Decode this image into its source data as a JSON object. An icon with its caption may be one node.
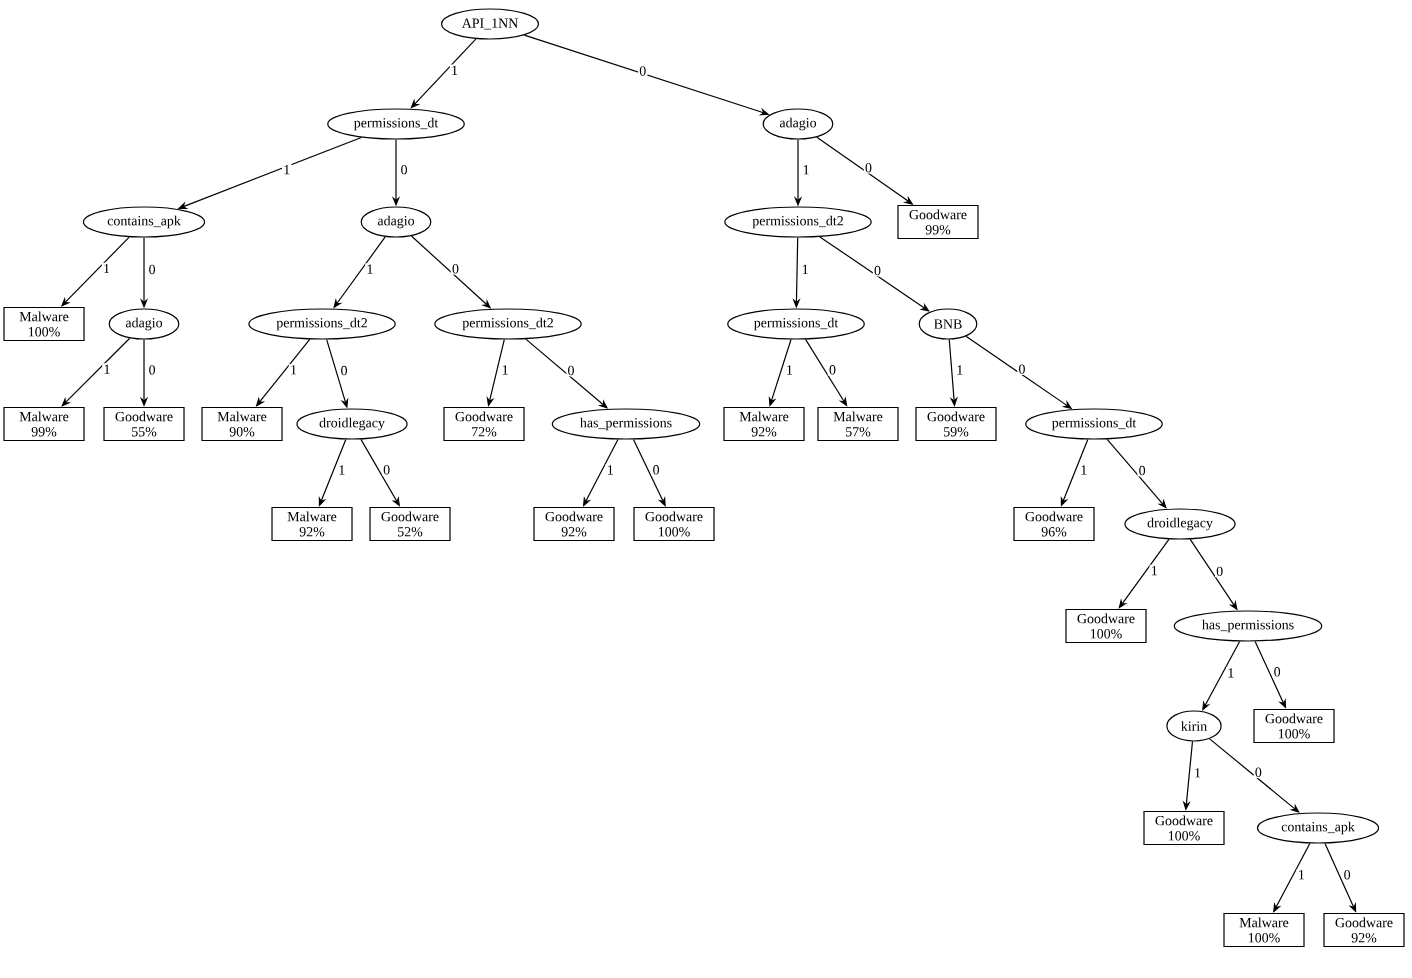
{
  "diagram": {
    "nodes": [
      {
        "text": [
          "API_1NN"
        ]
      },
      {
        "text": [
          "permissions_dt"
        ]
      },
      {
        "text": [
          "adagio"
        ]
      },
      {
        "text": [
          "contains_apk"
        ]
      },
      {
        "text": [
          "adagio"
        ]
      },
      {
        "text": [
          "permissions_dt2"
        ]
      },
      {
        "text": [
          "Goodware 99%"
        ]
      },
      {
        "text": [
          "Malware 100%"
        ]
      },
      {
        "text": [
          "adagio"
        ]
      },
      {
        "text": [
          "permissions_dt2"
        ]
      },
      {
        "text": [
          "permissions_dt2"
        ]
      },
      {
        "text": [
          "permissions_dt"
        ]
      },
      {
        "text": [
          "BNB"
        ]
      },
      {
        "text": [
          "Malware 99%"
        ]
      },
      {
        "text": [
          "Goodware 55%"
        ]
      },
      {
        "text": [
          "Malware 90%"
        ]
      },
      {
        "text": [
          "droidlegacy"
        ]
      },
      {
        "text": [
          "Goodware 72%"
        ]
      },
      {
        "text": [
          "has_permissions"
        ]
      },
      {
        "text": [
          "Malware 92%"
        ]
      },
      {
        "text": [
          "Malware 57%"
        ]
      },
      {
        "text": [
          "Goodware 59%"
        ]
      },
      {
        "text": [
          "permissions_dt"
        ]
      },
      {
        "text": [
          "Malware 92%"
        ]
      },
      {
        "text": [
          "Goodware 52%"
        ]
      },
      {
        "text": [
          "Goodware 92%"
        ]
      },
      {
        "text": [
          "Goodware 100%"
        ]
      },
      {
        "text": [
          "Goodware 96%"
        ]
      },
      {
        "text": [
          "droidlegacy"
        ]
      },
      {
        "text": [
          "Goodware 100%"
        ]
      },
      {
        "text": [
          "has_permissions"
        ]
      },
      {
        "text": [
          "kirin"
        ]
      },
      {
        "text": [
          "Goodware 100%"
        ]
      },
      {
        "text": [
          "Goodware 100%"
        ]
      },
      {
        "text": [
          "contains_apk"
        ]
      },
      {
        "text": [
          "Malware 100%"
        ]
      },
      {
        "text": [
          "Goodware 92%"
        ]
      }
    ],
    "edges": [
      {
        "from": 0,
        "to": 1,
        "arrow": "to",
        "label": "1"
      },
      {
        "from": 0,
        "to": 2,
        "arrow": "to",
        "label": "0"
      },
      {
        "from": 1,
        "to": 3,
        "arrow": "to",
        "label": "1"
      },
      {
        "from": 1,
        "to": 4,
        "arrow": "to",
        "label": "0"
      },
      {
        "from": 2,
        "to": 5,
        "arrow": "to",
        "label": "1"
      },
      {
        "from": 2,
        "to": 6,
        "arrow": "to",
        "label": "0"
      },
      {
        "from": 3,
        "to": 7,
        "arrow": "to",
        "label": "1"
      },
      {
        "from": 3,
        "to": 8,
        "arrow": "to",
        "label": "0"
      },
      {
        "from": 4,
        "to": 9,
        "arrow": "to",
        "label": "1"
      },
      {
        "from": 4,
        "to": 10,
        "arrow": "to",
        "label": "0"
      },
      {
        "from": 5,
        "to": 11,
        "arrow": "to",
        "label": "1"
      },
      {
        "from": 5,
        "to": 12,
        "arrow": "to",
        "label": "0"
      },
      {
        "from": 8,
        "to": 13,
        "arrow": "to",
        "label": "1"
      },
      {
        "from": 8,
        "to": 14,
        "arrow": "to",
        "label": "0"
      },
      {
        "from": 9,
        "to": 15,
        "arrow": "to",
        "label": "1"
      },
      {
        "from": 9,
        "to": 16,
        "arrow": "to",
        "label": "0"
      },
      {
        "from": 10,
        "to": 17,
        "arrow": "to",
        "label": "1"
      },
      {
        "from": 10,
        "to": 18,
        "arrow": "to",
        "label": "0"
      },
      {
        "from": 11,
        "to": 19,
        "arrow": "to",
        "label": "1"
      },
      {
        "from": 11,
        "to": 20,
        "arrow": "to",
        "label": "0"
      },
      {
        "from": 12,
        "to": 21,
        "arrow": "to",
        "label": "1"
      },
      {
        "from": 12,
        "to": 22,
        "arrow": "to",
        "label": "0"
      },
      {
        "from": 16,
        "to": 23,
        "arrow": "to",
        "label": "1"
      },
      {
        "from": 16,
        "to": 24,
        "arrow": "to",
        "label": "0"
      },
      {
        "from": 18,
        "to": 25,
        "arrow": "to",
        "label": "1"
      },
      {
        "from": 18,
        "to": 26,
        "arrow": "to",
        "label": "0"
      },
      {
        "from": 22,
        "to": 27,
        "arrow": "to",
        "label": "1"
      },
      {
        "from": 22,
        "to": 28,
        "arrow": "to",
        "label": "0"
      },
      {
        "from": 28,
        "to": 29,
        "arrow": "to",
        "label": "1"
      },
      {
        "from": 28,
        "to": 30,
        "arrow": "to",
        "label": "0"
      },
      {
        "from": 30,
        "to": 31,
        "arrow": "to",
        "label": "1"
      },
      {
        "from": 30,
        "to": 32,
        "arrow": "to",
        "label": "0"
      },
      {
        "from": 31,
        "to": 33,
        "arrow": "to",
        "label": "1"
      },
      {
        "from": 31,
        "to": 34,
        "arrow": "to",
        "label": "0"
      },
      {
        "from": 34,
        "to": 35,
        "arrow": "to",
        "label": "1"
      },
      {
        "from": 34,
        "to": 36,
        "arrow": "to",
        "label": "0"
      }
    ]
  }
}
